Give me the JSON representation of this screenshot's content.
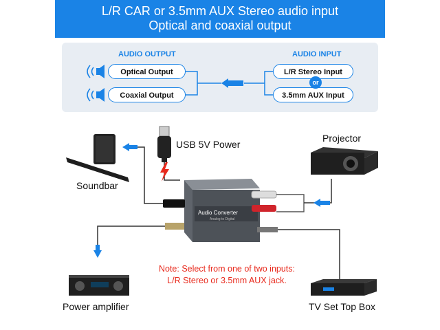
{
  "banner": {
    "line1": "L/R CAR or 3.5mm AUX Stereo audio input",
    "line2": "Optical and coaxial output"
  },
  "panel": {
    "output_header": "AUDIO OUTPUT",
    "input_header": "AUDIO INPUT",
    "outputs": [
      "Optical Output",
      "Coaxial Output"
    ],
    "inputs": [
      "L/R Stereo Input",
      "3.5mm AUX Input"
    ],
    "or_label": "or"
  },
  "device": {
    "title": "Audio Converter",
    "subtitle": "Analog to Digital"
  },
  "labels": {
    "usb": "USB 5V Power",
    "projector": "Projector",
    "soundbar": "Soundbar",
    "amplifier": "Power amplifier",
    "tvbox": "TV Set Top Box"
  },
  "note": {
    "line1": "Note: Select from one of two inputs:",
    "line2": "L/R Stereo or 3.5mm AUX jack."
  },
  "colors": {
    "accent": "#1a83e6",
    "note": "#e8291c",
    "panel_bg": "#e8edf3"
  },
  "icons": [
    "speaker-icon",
    "usb-plug-icon",
    "lightning-icon",
    "arrow-icon"
  ]
}
